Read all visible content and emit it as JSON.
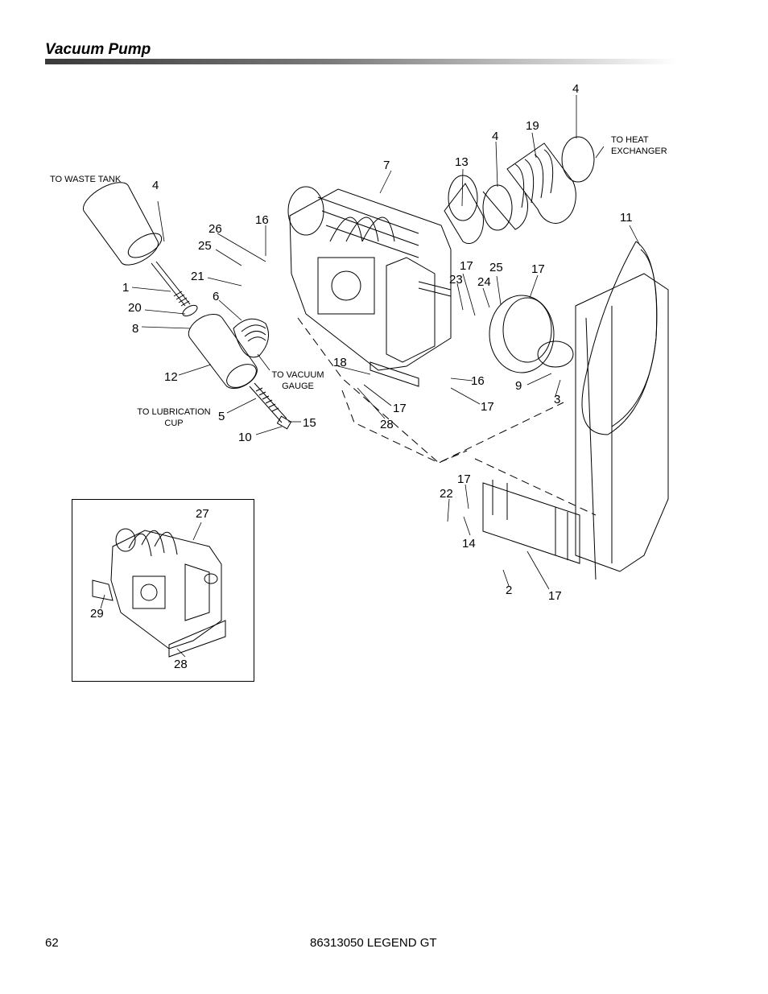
{
  "header": {
    "title": "Vacuum Pump"
  },
  "notes": {
    "waste_tank": "TO WASTE TANK",
    "heat_exchanger_1": "TO HEAT",
    "heat_exchanger_2": "EXCHANGER",
    "vacuum_gauge_1": "TO VACUUM",
    "vacuum_gauge_2": "GAUGE",
    "lubrication_1": "TO LUBRICATION",
    "lubrication_2": "CUP"
  },
  "callouts": [
    "4",
    "19",
    "4",
    "7",
    "13",
    "4",
    "11",
    "16",
    "26",
    "25",
    "21",
    "1",
    "6",
    "20",
    "8",
    "17",
    "25",
    "17",
    "23",
    "24",
    "18",
    "16",
    "12",
    "9",
    "3",
    "17",
    "17",
    "5",
    "15",
    "28",
    "10",
    "17",
    "22",
    "14",
    "2",
    "17",
    "27",
    "29",
    "28"
  ],
  "footer": {
    "page_number": "62",
    "doc_id": "86313050  LEGEND GT"
  }
}
